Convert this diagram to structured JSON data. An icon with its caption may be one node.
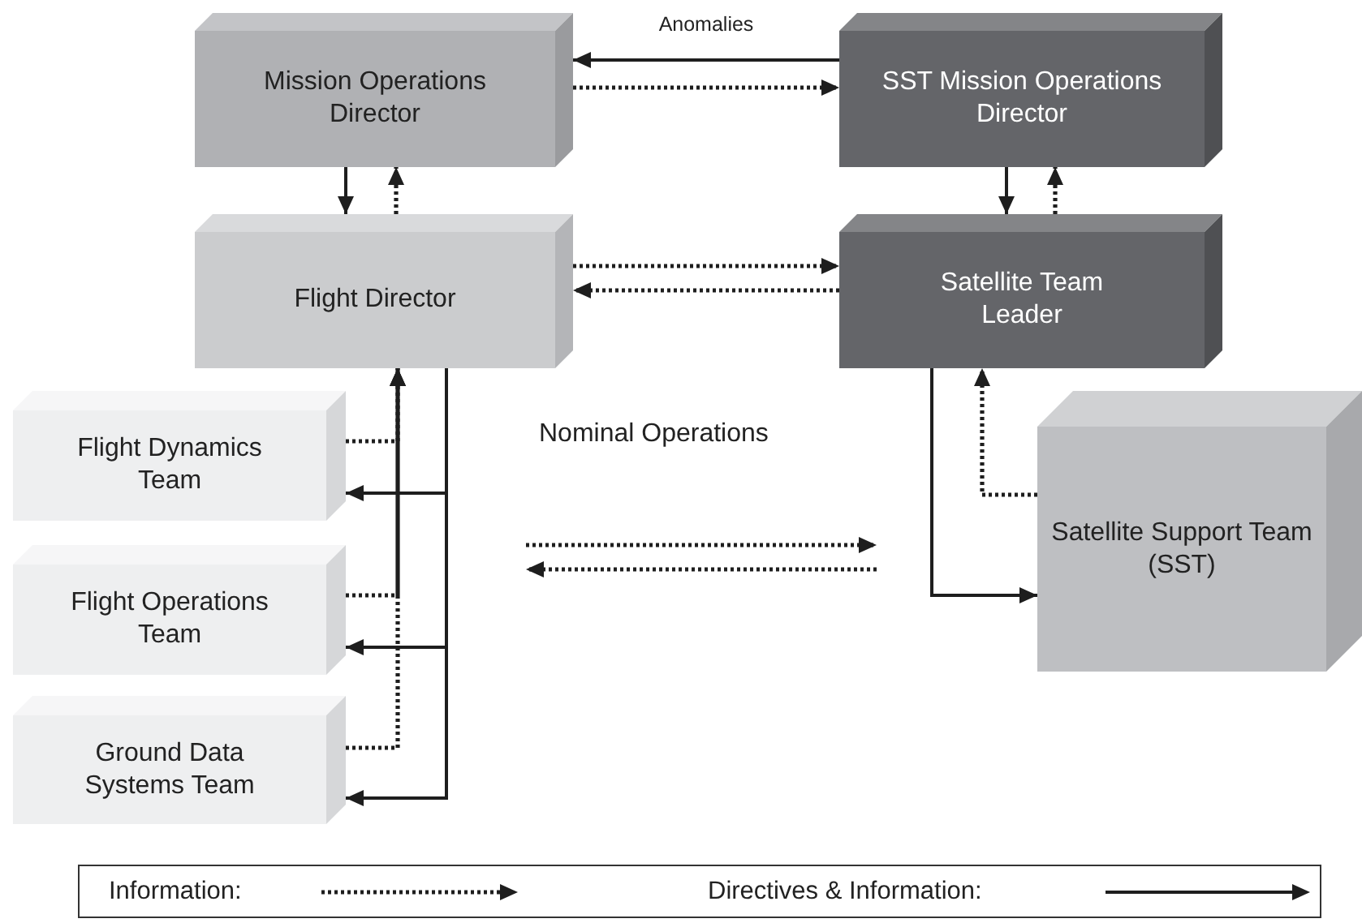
{
  "diagram": {
    "nodes": [
      {
        "text": [
          "Mission Operations Director"
        ]
      },
      {
        "text": [
          "SST Mission Operations Director"
        ]
      },
      {
        "text": [
          "Flight Director"
        ]
      },
      {
        "text": [
          "Satellite Team Leader"
        ]
      },
      {
        "text": [
          "Flight Dynamics Team"
        ]
      },
      {
        "text": [
          "Flight Operations Team"
        ]
      },
      {
        "text": [
          "Ground Data Systems Team"
        ]
      },
      {
        "text": [
          "Satellite Support Team (SST)"
        ]
      }
    ],
    "edges": [
      {
        "from": 1,
        "to": 0,
        "arrow": "to",
        "label": "Anomalies"
      },
      {
        "from": 0,
        "to": 1,
        "arrow": "to",
        "style": "dashed"
      },
      {
        "from": 0,
        "to": 2,
        "arrow": "to"
      },
      {
        "from": 2,
        "to": 0,
        "arrow": "to",
        "style": "dashed"
      },
      {
        "from": 1,
        "to": 3,
        "arrow": "to"
      },
      {
        "from": 3,
        "to": 1,
        "arrow": "to",
        "style": "dashed"
      },
      {
        "from": 2,
        "to": 3,
        "arrow": "to",
        "style": "dashed"
      },
      {
        "from": 3,
        "to": 2,
        "arrow": "to",
        "style": "dashed"
      },
      {
        "from": 4,
        "to": 2,
        "arrow": "to",
        "style": "dashed"
      },
      {
        "from": 5,
        "to": 2,
        "arrow": "to",
        "style": "dashed"
      },
      {
        "from": 6,
        "to": 2,
        "arrow": "to",
        "style": "dashed"
      },
      {
        "from": 2,
        "to": 4,
        "arrow": "to"
      },
      {
        "from": 2,
        "to": 5,
        "arrow": "to"
      },
      {
        "from": 2,
        "to": 6,
        "arrow": "to"
      },
      {
        "from": 3,
        "to": 7,
        "arrow": "to"
      },
      {
        "from": 7,
        "to": 3,
        "arrow": "to",
        "style": "dashed"
      }
    ],
    "labels": [
      "Nominal Operations"
    ],
    "legend": [
      {
        "text": "Information:"
      },
      {
        "text": "Directives & Information:"
      }
    ]
  }
}
